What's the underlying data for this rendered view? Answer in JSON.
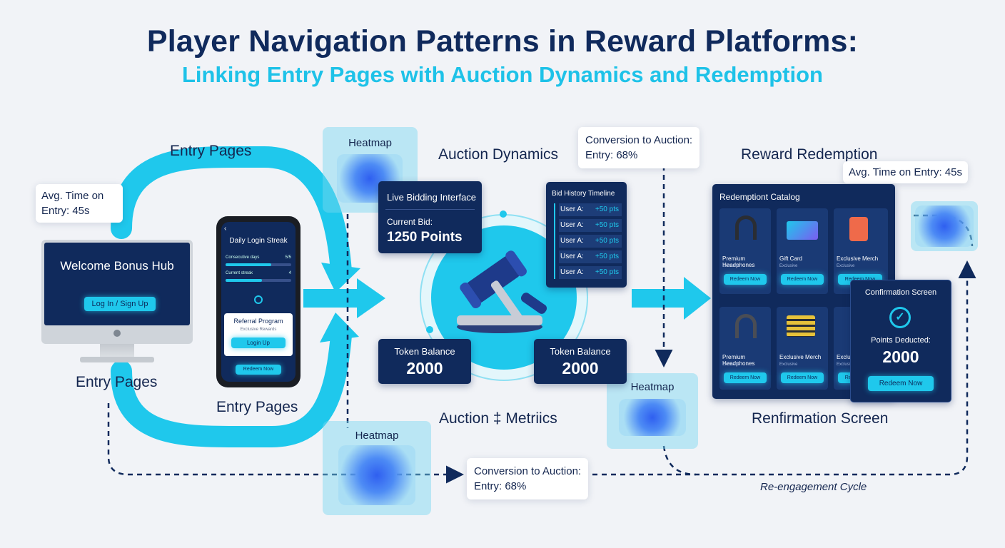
{
  "title": "Player Navigation Patterns in Reward Platforms:",
  "subtitle": "Linking Entry Pages with Auction Dynamics and Redemption",
  "colors": {
    "navy": "#102a5c",
    "cyan": "#1fc8ec",
    "background": "#f1f3f7"
  },
  "labels": {
    "entry_top": "Entry Pages",
    "entry_left": "Entry Pages",
    "entry_mid": "Entry Pages",
    "auction": "Auction Dynamics",
    "auction_metrics": "Auction ​‡ Metriics",
    "reward": "Reward Redemption",
    "renfirmation": "Renfirmation Screen",
    "reengagement": "Re-engagement Cycle"
  },
  "callouts": {
    "avg_time_left": "Avg. Time on Entry: 45s",
    "avg_time_right": "Avg. Time on Entry: 45s",
    "conversion_top_line1": "Conversion to Auction:",
    "conversion_top_line2": "Entry: 68%",
    "conversion_bottom_line1": "Conversion to Auction:",
    "conversion_bottom_line2": "Entry: 68%"
  },
  "heatmaps": {
    "top": "Heatmap",
    "middle_right": "Heatmap",
    "bottom": "Heatmap"
  },
  "welcome_screen": {
    "title": "Welcome Bonus Hub",
    "button": "Log In / Sign Up"
  },
  "phone": {
    "header": "Daily Login Streak",
    "row1_label": "Consecutive days",
    "row1_value": "5/5",
    "row2_label": "Current streak",
    "row2_value": "4",
    "referral_title": "Referral Program",
    "referral_sub": "Exclusive Rewards",
    "referral_button": "Login Up",
    "redeem_button": "Redeem Now"
  },
  "live_bidding": {
    "title": "Live Bidding Interface",
    "current_bid_label": "Current Bid:",
    "current_bid_value": "1250 Points"
  },
  "bid_history": {
    "title": "Bid History Timeline",
    "rows": [
      {
        "user": "User A:",
        "pts": "+50 pts"
      },
      {
        "user": "User A:",
        "pts": "+50 pts"
      },
      {
        "user": "User A:",
        "pts": "+50 pts"
      },
      {
        "user": "User A:",
        "pts": "+50 pts"
      },
      {
        "user": "User A:",
        "pts": "+50 pts"
      }
    ]
  },
  "token_left": {
    "label": "Token Balance",
    "value": "2000"
  },
  "token_right": {
    "label": "Token Balance",
    "value": "2000"
  },
  "catalog": {
    "title": "Redemptiont Catalog",
    "items": [
      {
        "name": "Premium Headphones",
        "sub": "Exclusive",
        "button": "Redeem Now"
      },
      {
        "name": "Gift Card",
        "sub": "Exclusive",
        "button": "Redeem Now"
      },
      {
        "name": "Exclusive Merch",
        "sub": "Exclusive",
        "button": "Redeem Now"
      },
      {
        "name": "Premium Headphones",
        "sub": "Exclusive",
        "button": "Redeem Now"
      },
      {
        "name": "Exclusive Merch",
        "sub": "Exclusive",
        "button": "Redeem Now"
      },
      {
        "name": "Exclusive Merch",
        "sub": "Exclusive",
        "button": "Redeem Now"
      }
    ]
  },
  "confirmation": {
    "title": "Confirmation Screen",
    "deducted_label": "Points Deducted:",
    "deducted_value": "2000",
    "button": "Redeem Now"
  }
}
